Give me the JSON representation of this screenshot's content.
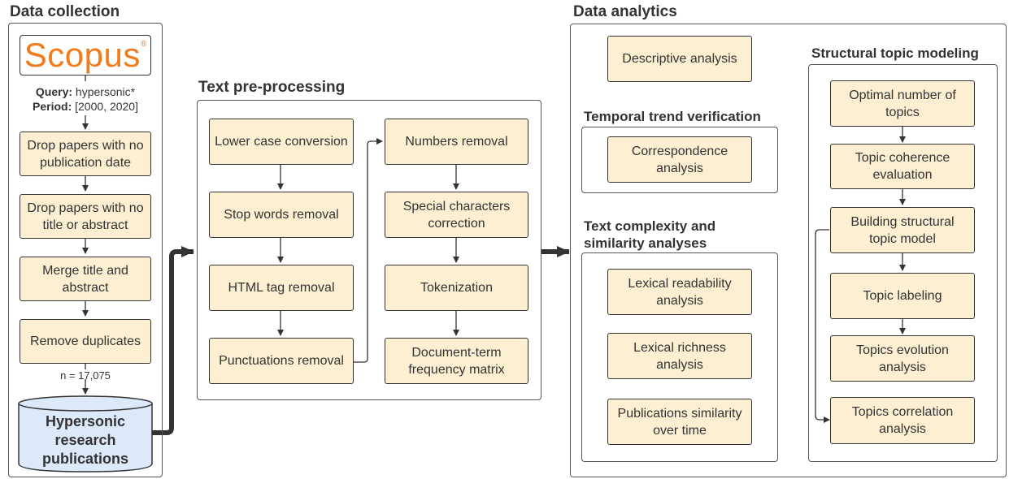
{
  "sections": {
    "collection": "Data collection",
    "preprocessing": "Text pre-processing",
    "analytics": "Data analytics"
  },
  "scopus": {
    "logo": "Scopus",
    "mark": "®"
  },
  "query": {
    "query_label": "Query:",
    "query_value": "hypersonic*",
    "period_label": "Period:",
    "period_value": "[2000, 2020]"
  },
  "collection_steps": [
    "Drop papers with no publication date",
    "Drop papers with no title or abstract",
    "Merge title and abstract",
    "Remove duplicates"
  ],
  "n_label": "n = 17,075",
  "database": "Hypersonic research publications",
  "preprocessing_col1": [
    "Lower case conversion",
    "Stop words removal",
    "HTML tag removal",
    "Punctuations removal"
  ],
  "preprocessing_col2": [
    "Numbers removal",
    "Special characters correction",
    "Tokenization",
    "Document-term frequency matrix"
  ],
  "analytics": {
    "descriptive": "Descriptive analysis",
    "temporal_title": "Temporal trend verification",
    "temporal_items": [
      "Correspondence analysis"
    ],
    "complexity_title": "Text complexity and similarity analyses",
    "complexity_items": [
      "Lexical readability analysis",
      "Lexical richness analysis",
      "Publications similarity over time"
    ],
    "stm_title": "Structural topic modeling",
    "stm_items": [
      "Optimal number of topics",
      "Topic coherence evaluation",
      "Building structural topic model",
      "Topic labeling",
      "Topics evolution analysis",
      "Topics correlation analysis"
    ]
  }
}
